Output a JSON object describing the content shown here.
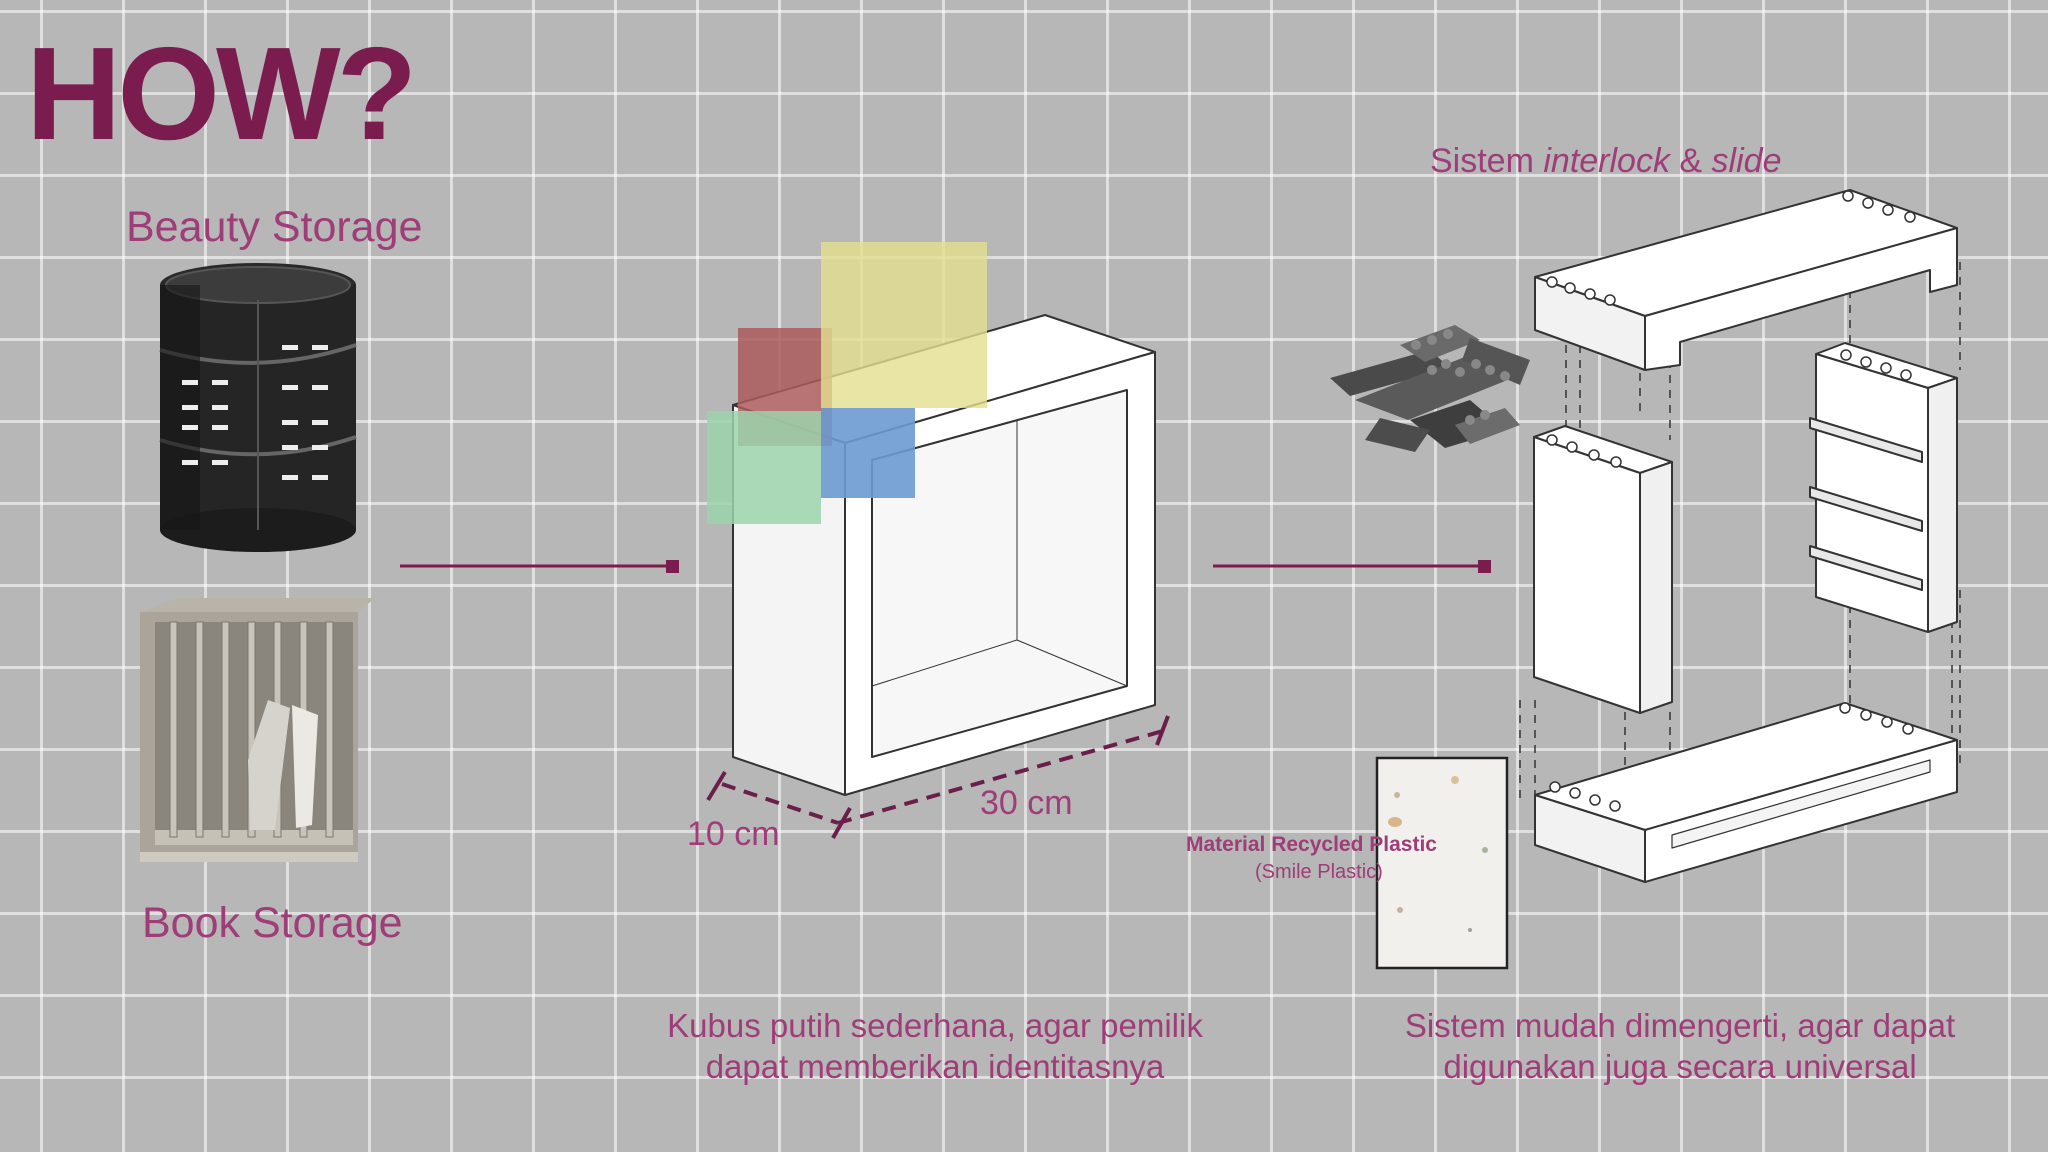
{
  "slide": {
    "title": "HOW?",
    "accent_color": "#7a1d4e",
    "label_color": "#9e3d78",
    "background_color": "#b7b7b7"
  },
  "left_panel": {
    "beauty_label": "Beauty Storage",
    "book_label": "Book Storage",
    "beauty_image": "rotating-cosmetic-organizer-photo",
    "book_image": "wooden-book-divider-shelf-photo"
  },
  "center_panel": {
    "cube_label": "white-cube-isometric-drawing",
    "dimension_depth": "10 cm",
    "dimension_width": "30 cm",
    "caption_line1": "Kubus putih sederhana, agar pemilik",
    "caption_line2": "dapat memberikan identitasnya",
    "color_swatches": [
      "#ab5a5c",
      "#dfdc8a",
      "#6b9ad0",
      "#9cd3ac"
    ]
  },
  "right_panel": {
    "system_prefix": "Sistem ",
    "system_italic1": "interlock",
    "system_mid": " & ",
    "system_italic2": "slide",
    "material_title": "Material Recycled Plastic",
    "material_sub": "(Smile Plastic)",
    "caption_line1": "Sistem mudah dimengerti, agar dapat",
    "caption_line2": "digunakan juga secara universal",
    "lego_image": "grey-lego-bricks-photo",
    "material_image": "recycled-plastic-sheet-sample"
  }
}
